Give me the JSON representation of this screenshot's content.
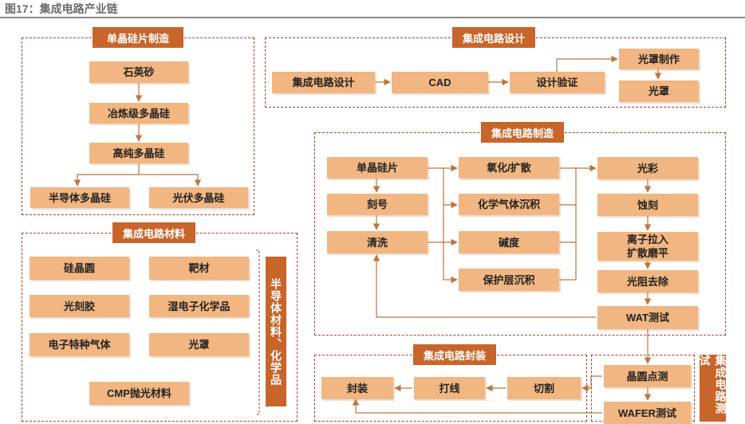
{
  "figure_title": "图17：集成电路产业链",
  "sections": {
    "wafer": {
      "title": "单晶硅片制造",
      "steps": [
        "石英砂",
        "冶炼级多晶硅",
        "高纯多晶硅"
      ],
      "outputs": [
        "半导体多晶硅",
        "光伏多晶硅"
      ]
    },
    "design": {
      "title": "集成电路设计",
      "steps": [
        "集成电路设计",
        "CAD",
        "设计验证",
        "光罩制作",
        "光罩"
      ]
    },
    "materials": {
      "title": "集成电路材料",
      "items": [
        "硅晶圆",
        "靶材",
        "光刻胶",
        "湿电子化学品",
        "电子特种气体",
        "光罩",
        "CMP抛光材料"
      ],
      "side_label": "半导体材料、化学品"
    },
    "manufacturing": {
      "title": "集成电路制造",
      "left_steps": [
        "单晶硅片",
        "刻号",
        "清洗"
      ],
      "middle_steps": [
        "氧化/扩散",
        "化学气体沉积",
        "碱度",
        "保护层沉积"
      ],
      "right_steps": [
        "光彩",
        "蚀刻",
        "离子拉入\n扩散磨平",
        "光阻去除",
        "WAT测试"
      ]
    },
    "packaging": {
      "title": "集成电路封装",
      "steps": [
        "封装",
        "打线",
        "切割"
      ]
    },
    "testing": {
      "side_label": "集成电路测试",
      "steps": [
        "晶圆点测",
        "WAFER测试"
      ]
    }
  },
  "colors": {
    "box_fill": "#f1b681",
    "section_fill": "#c8652b",
    "arrow": "#c0733c",
    "frame": "#b03a2a"
  }
}
